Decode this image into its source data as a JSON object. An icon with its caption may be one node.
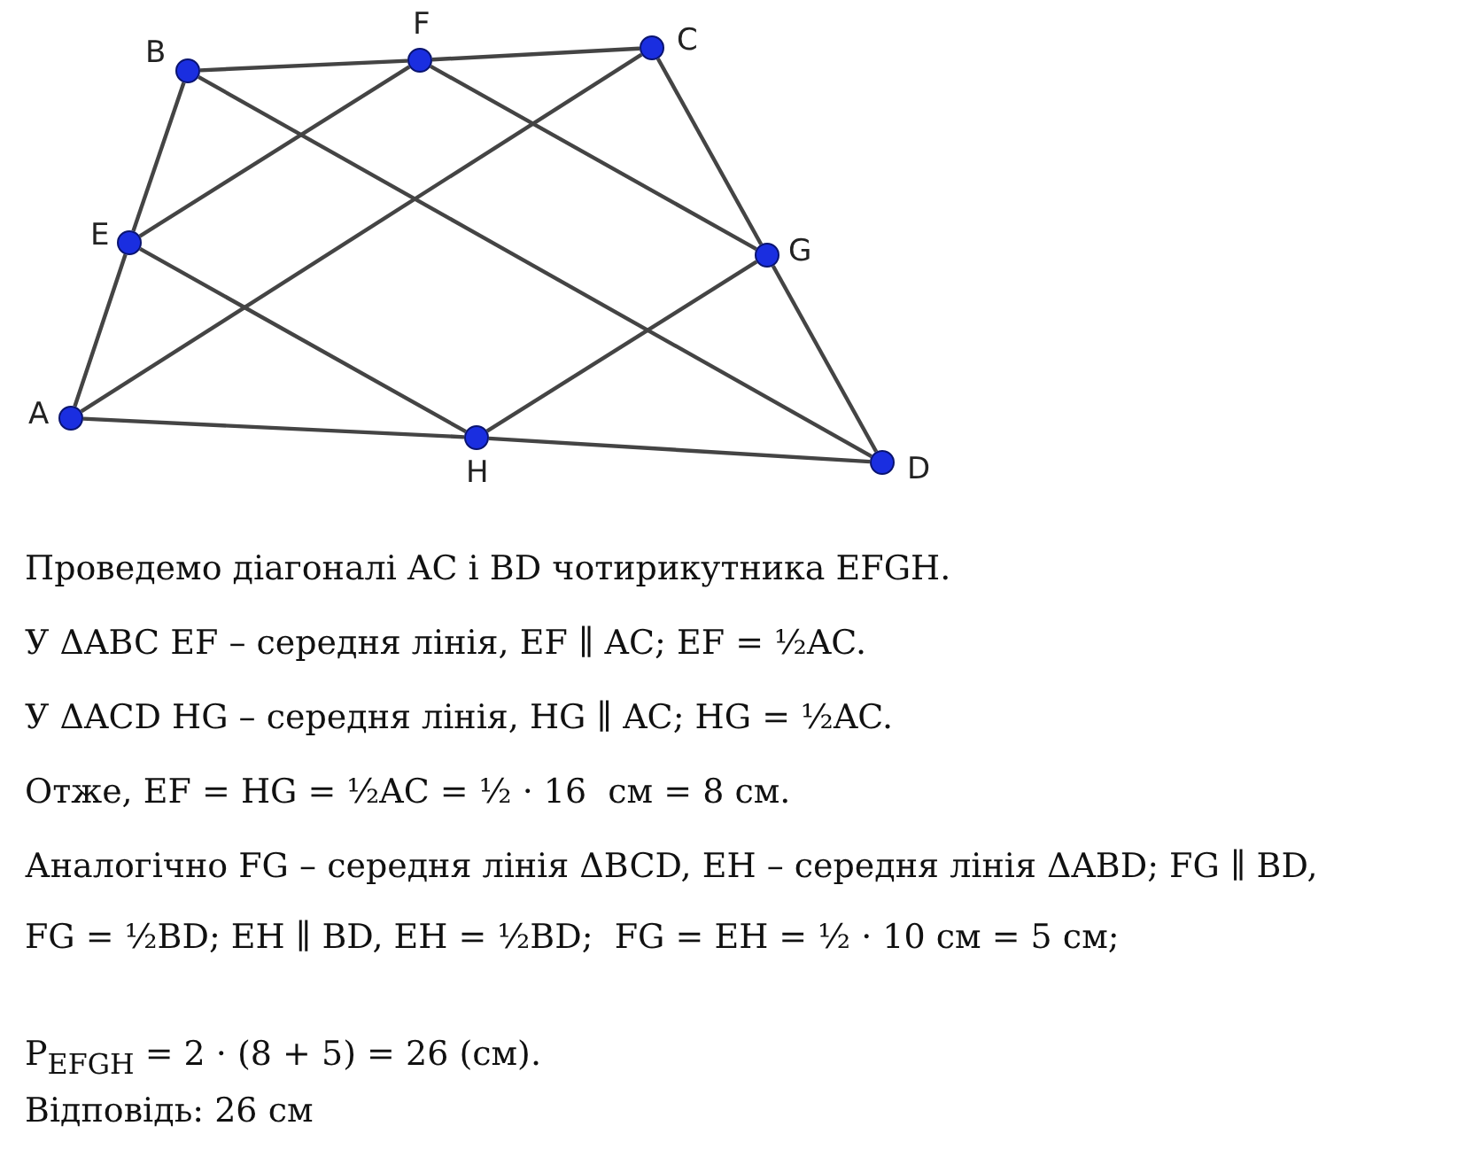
{
  "diagram": {
    "nodes": [
      {
        "text": [
          "A"
        ]
      },
      {
        "text": [
          "B"
        ]
      },
      {
        "text": [
          "F"
        ]
      },
      {
        "text": [
          "C"
        ]
      },
      {
        "text": [
          "E"
        ]
      },
      {
        "text": [
          "G"
        ]
      },
      {
        "text": [
          "H"
        ]
      },
      {
        "text": [
          "D"
        ]
      }
    ],
    "edges": [
      {
        "from": 0,
        "to": 4,
        "arrow": "none"
      },
      {
        "from": 4,
        "to": 1,
        "arrow": "none"
      },
      {
        "from": 1,
        "to": 2,
        "arrow": "none"
      },
      {
        "from": 2,
        "to": 3,
        "arrow": "none"
      },
      {
        "from": 3,
        "to": 5,
        "arrow": "none"
      },
      {
        "from": 5,
        "to": 7,
        "arrow": "none"
      },
      {
        "from": 7,
        "to": 6,
        "arrow": "none"
      },
      {
        "from": 6,
        "to": 0,
        "arrow": "none"
      },
      {
        "from": 0,
        "to": 3,
        "arrow": "none"
      },
      {
        "from": 1,
        "to": 7,
        "arrow": "none"
      },
      {
        "from": 4,
        "to": 2,
        "arrow": "none"
      },
      {
        "from": 2,
        "to": 5,
        "arrow": "none"
      },
      {
        "from": 5,
        "to": 6,
        "arrow": "none"
      },
      {
        "from": 6,
        "to": 4,
        "arrow": "none"
      }
    ],
    "labels": [
      "Проведемо діагоналі AC і BD чотирикутника EFGH.",
      "У ΔABC EF – середня лінія, EF ∥ AC; EF = ½AC.",
      "У ΔACD HG – середня лінія, HG ∥ AC; HG = ½AC.",
      "Отже, EF = HG = ½AC = ½ · 16  см = 8 см.",
      "Аналогічно FG – середня лінія ΔBCD, EH – середня лінія ΔABD; FG ∥ BD,",
      "FG = ½BD; EH ∥ BD, EH = ½BD;  FG = EH = ½ · 10 см = 5 см;",
      "P$_{EFGH}$ = 2 · (8 + 5) = 26 (см).",
      "Відповідь: 26 см"
    ]
  }
}
